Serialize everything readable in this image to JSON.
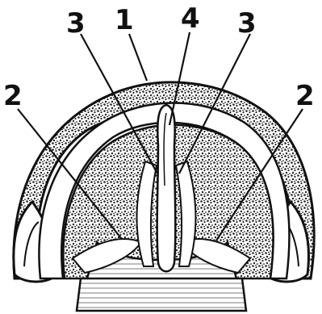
{
  "labels": {
    "one": "1",
    "two_left": "2",
    "two_right": "2",
    "three_left": "3",
    "three_right": "3",
    "four": "4"
  },
  "colors": {
    "ink": "#111111",
    "paper": "#ffffff",
    "stipple": "#2a2a2a"
  }
}
